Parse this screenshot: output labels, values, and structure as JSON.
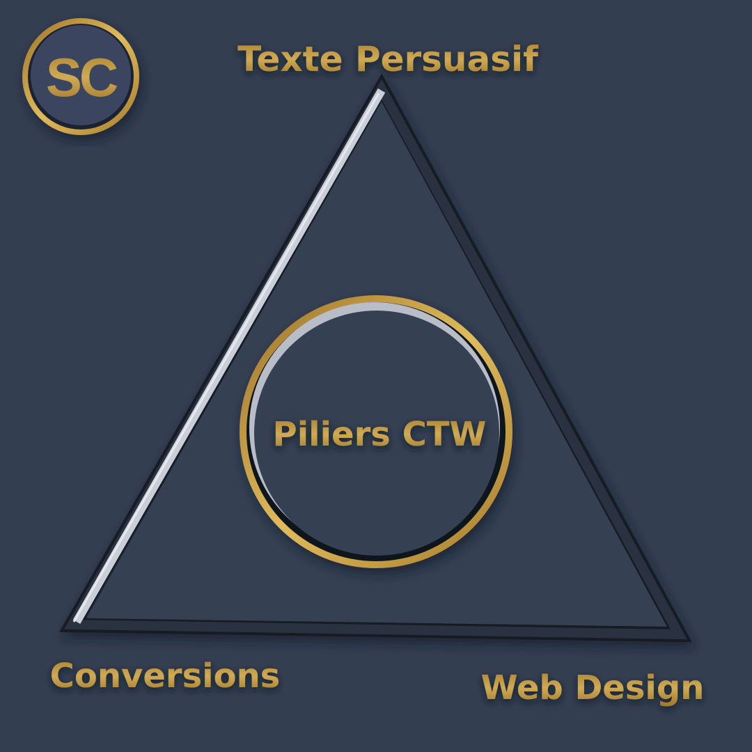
{
  "logo": {
    "text": "SC"
  },
  "diagram": {
    "title_center": "Piliers CTW",
    "vertices": {
      "top": "Texte Persuasif",
      "bottom_left": "Conversions",
      "bottom_right": "Web Design"
    }
  },
  "colors": {
    "background": "#343e51",
    "gold": "#c09a45",
    "silver": "#c8ccd6"
  }
}
